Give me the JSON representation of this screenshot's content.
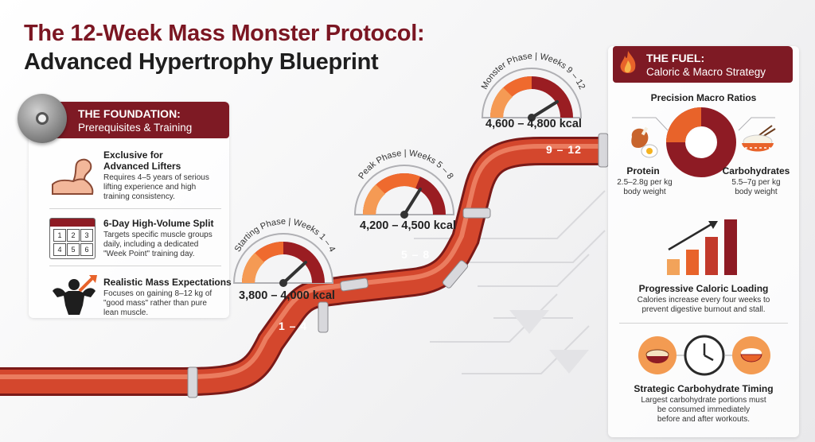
{
  "header": {
    "title_line1": "The 12-Week Mass Monster Protocol:",
    "title_line2": "Advanced Hypertrophy Blueprint"
  },
  "foundation": {
    "title": "THE FOUNDATION:",
    "subtitle": "Prerequisites & Training",
    "icon": "weight-plate-icon",
    "items": [
      {
        "icon": "flexed-arm-icon",
        "title": "Exclusive for Advanced Lifters",
        "title_line1": "Exclusive for",
        "title_line2": "Advanced Lifters",
        "body": "Requires 4–5 years of serious lifting experience and high training consistency."
      },
      {
        "icon": "calendar-icon",
        "title": "6-Day High-Volume Split",
        "calendar_days": [
          "1",
          "2",
          "3",
          "4",
          "5",
          "6"
        ],
        "body": "Targets specific muscle groups daily, including a dedicated \"Week Point\" training day."
      },
      {
        "icon": "bodybuilder-growth-icon",
        "title": "Realistic Mass Expectations",
        "body": "Focuses on gaining 8–12 kg of \"good mass\" rather than pure lean muscle."
      }
    ]
  },
  "phases": [
    {
      "label": "Starting Phase | Weeks 1 – 4",
      "kcal": "3,800 – 4,000 kcal",
      "tag": "1 – 4",
      "gauge_level": 0.62
    },
    {
      "label": "Peak Phase | Weeks 5 – 8",
      "kcal": "4,200 – 4,500 kcal",
      "tag": "5 – 8",
      "gauge_level": 0.72
    },
    {
      "label": "Monster Phase | Weeks 9 – 12",
      "kcal": "4,600 – 4,800 kcal",
      "tag": "9 – 12",
      "gauge_level": 0.85
    }
  ],
  "fuel": {
    "title": "THE FUEL:",
    "subtitle": "Caloric & Macro Strategy",
    "icon": "flame-icon",
    "macros": {
      "title": "Precision Macro Ratios",
      "protein": {
        "label": "Protein",
        "detail": "2.5–2.8g per kg body weight",
        "detail_line1": "2.5–2.8g per kg",
        "detail_line2": "body weight",
        "icon": "chicken-egg-icon"
      },
      "carbs": {
        "label": "Carbohydrates",
        "detail": "5.5–7g per kg body weight",
        "detail_line1": "5.5–7g per kg",
        "detail_line2": "body weight",
        "icon": "rice-bowl-icon"
      }
    },
    "loading": {
      "title": "Progressive Caloric Loading",
      "body_line1": "Calories increase every four weeks to",
      "body_line2": "prevent digestive burnout and stall.",
      "icon": "rising-bars-icon"
    },
    "timing": {
      "title": "Strategic Carbohydrate Timing",
      "body_line1": "Largest carbohydrate portions must",
      "body_line2": "be consumed immediately",
      "body_line3": "before and after workouts.",
      "icons": [
        "pasta-bowl-icon",
        "clock-icon",
        "rice-bowl-icon"
      ]
    }
  },
  "colors": {
    "maroon": "#7e1a24",
    "pipe_red": "#c0392b",
    "orange": "#e8632a",
    "gauge_dark": "#8e1b24"
  }
}
